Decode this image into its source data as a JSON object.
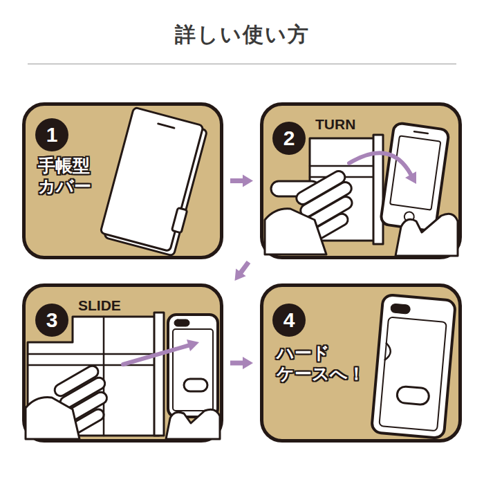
{
  "diagram": {
    "title": "詳しい使い方",
    "nodes": [
      {
        "text": [
          "手帳型 カバー"
        ]
      },
      {
        "text": [
          "1"
        ],
        "in": 0
      },
      {
        "text": [
          "TURN"
        ]
      },
      {
        "text": [
          "2"
        ],
        "in": 2
      },
      {
        "text": [
          "SLIDE"
        ]
      },
      {
        "text": [
          "3"
        ],
        "in": 4
      },
      {
        "text": [
          "ハード ケースへ！"
        ]
      },
      {
        "text": [
          "4"
        ],
        "in": 6
      }
    ],
    "edges": [
      {
        "from": 0,
        "to": 2,
        "arrow": "to"
      },
      {
        "from": 2,
        "to": 4,
        "arrow": "to"
      },
      {
        "from": 4,
        "to": 6,
        "arrow": "to"
      }
    ]
  }
}
